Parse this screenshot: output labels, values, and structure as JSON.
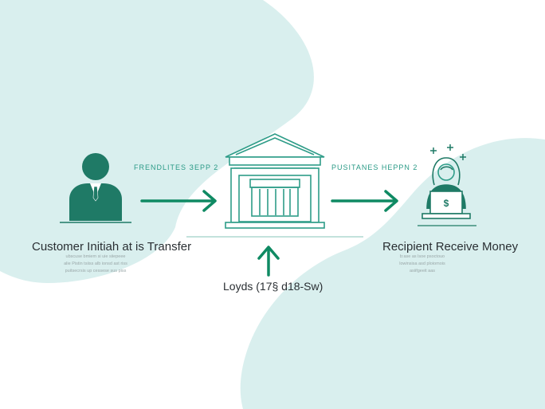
{
  "colors": {
    "background": "#ffffff",
    "blob": "#d9efee",
    "accent": "#0f8a63",
    "icon_stroke": "#2e9c88",
    "dark_teal": "#1f7a66"
  },
  "steps": {
    "step1_label": "FRENDLITES ЗЕPP 2",
    "step2_label": "PUSITANES HEPPN 2"
  },
  "customer": {
    "icon": "person-suit-icon",
    "title": "Customer Initiah at is Transfer",
    "blurb": [
      "ubscuse bmiem si uie siiepeee",
      "alie Pistin tsiiss alb ionsd ast riss",
      "puitsecrsis up cessese sus piss"
    ]
  },
  "bank": {
    "icon": "bank-building-icon",
    "title": "Loyds (17§ d18-Sw)"
  },
  "recipient": {
    "icon": "recipient-laptop-icon",
    "title": "Recipient Receive Money",
    "blurb": [
      "b:ase as lsoe psoctouo",
      "lowinsisa asd ploiomois",
      "asiifgeeit aas"
    ]
  }
}
